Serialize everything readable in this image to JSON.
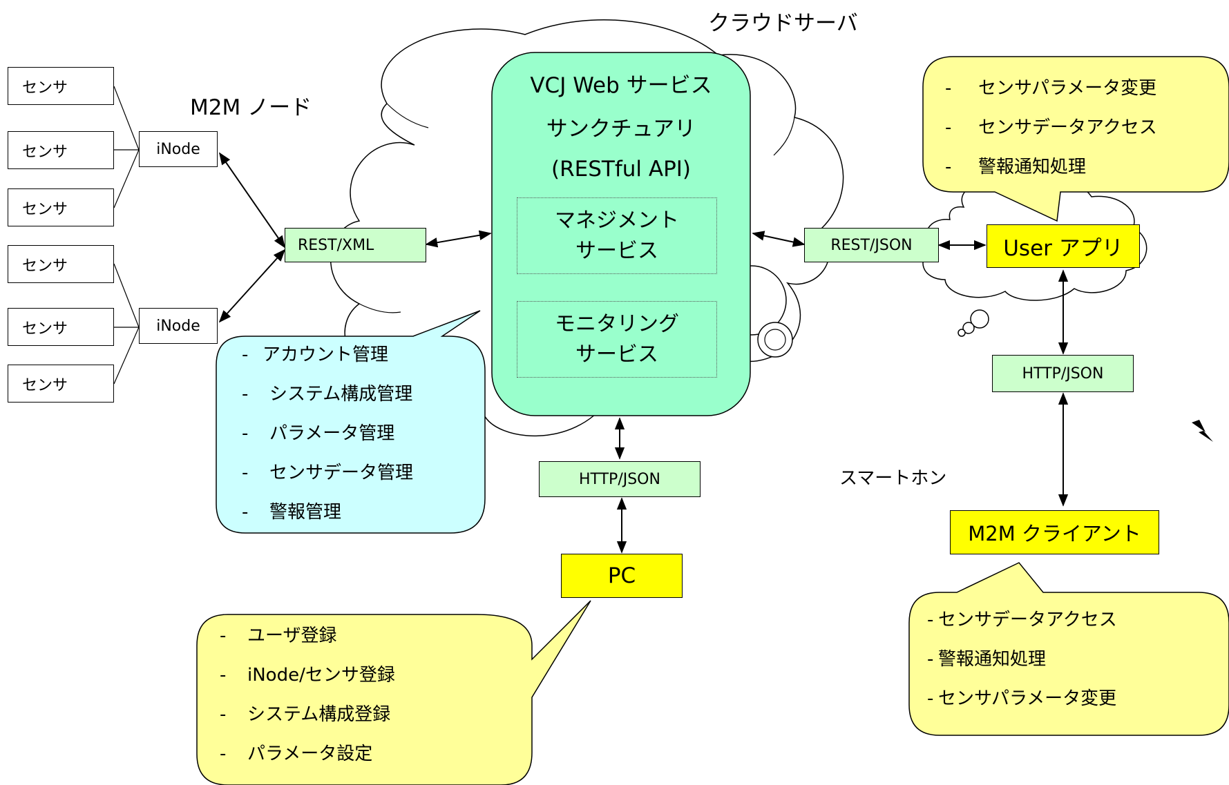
{
  "title": "クラウドサーバ",
  "m2m_label": "M2M ノード",
  "smartphone_label": "スマートホン",
  "sensor_label": "センサ",
  "inode_label": "iNode",
  "rest_xml": "REST/XML",
  "rest_json": "REST/JSON",
  "http_json": "HTTP/JSON",
  "core": {
    "line1": "VCJ Web サービス",
    "line2": "サンクチュアリ",
    "line3": "(RESTful API)"
  },
  "management": {
    "line1": "マネジメント",
    "line2": "サービス"
  },
  "monitoring": {
    "line1": "モニタリング",
    "line2": "サービス"
  },
  "user_app": "User アプリ",
  "m2m_client": "M2M クライアント",
  "pc": "PC",
  "dash": "-",
  "callout_cyan": [
    "アカウント管理",
    "システム構成管理",
    "パラメータ管理",
    "センサデータ管理",
    "警報管理"
  ],
  "callout_pc": [
    "ユーザ登録",
    "iNode/センサ登録",
    "システム構成登録",
    "パラメータ設定"
  ],
  "callout_user": [
    "センサパラメータ変更",
    "センサデータアクセス",
    "警報通知処理"
  ],
  "callout_client": [
    "センサデータアクセス",
    "警報通知処理",
    "センサパラメータ変更"
  ],
  "colors": {
    "core_fill": "#99ffcc",
    "protocol_fill": "#ccffcc",
    "callout_yellow": "#ffff99",
    "callout_cyan": "#ccffff",
    "highlight_yellow": "#ffff00"
  }
}
